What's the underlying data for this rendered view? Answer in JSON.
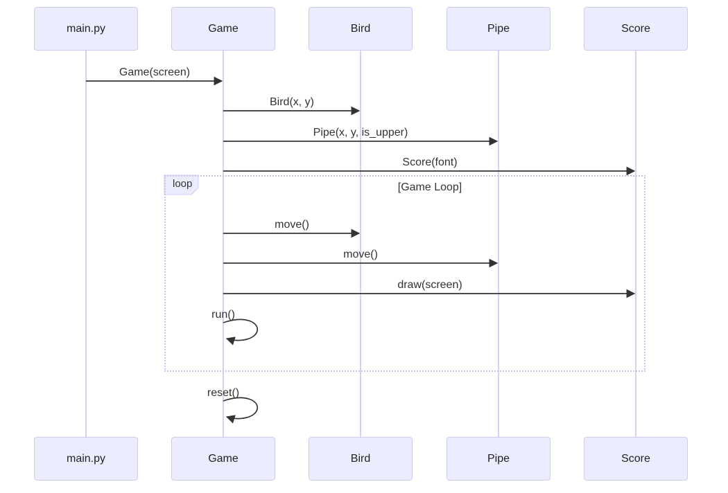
{
  "diagram_type": "sequence-diagram",
  "participants": [
    "main.py",
    "Game",
    "Bird",
    "Pipe",
    "Score"
  ],
  "messages": [
    {
      "from": "main.py",
      "to": "Game",
      "label": "Game(screen)"
    },
    {
      "from": "Game",
      "to": "Bird",
      "label": "Bird(x, y)"
    },
    {
      "from": "Game",
      "to": "Pipe",
      "label": "Pipe(x, y, is_upper)"
    },
    {
      "from": "Game",
      "to": "Score",
      "label": "Score(font)"
    },
    {
      "from": "Game",
      "to": "Bird",
      "label": "move()",
      "in_loop": true
    },
    {
      "from": "Game",
      "to": "Pipe",
      "label": "move()",
      "in_loop": true
    },
    {
      "from": "Game",
      "to": "Score",
      "label": "draw(screen)",
      "in_loop": true
    },
    {
      "from": "Game",
      "to": "Game",
      "label": "run()",
      "self_message": true,
      "in_loop": true
    },
    {
      "from": "Game",
      "to": "Game",
      "label": "reset()",
      "self_message": true
    }
  ],
  "loop_block": {
    "keyword": "loop",
    "title": "[Game Loop]"
  },
  "colors": {
    "participant_fill": "#ECECFF",
    "participant_border": "#CFCBF0",
    "lifeline": "#D6D2EE",
    "arrow": "#333333",
    "text": "#333333",
    "loop_border": "#C9C5EA"
  }
}
